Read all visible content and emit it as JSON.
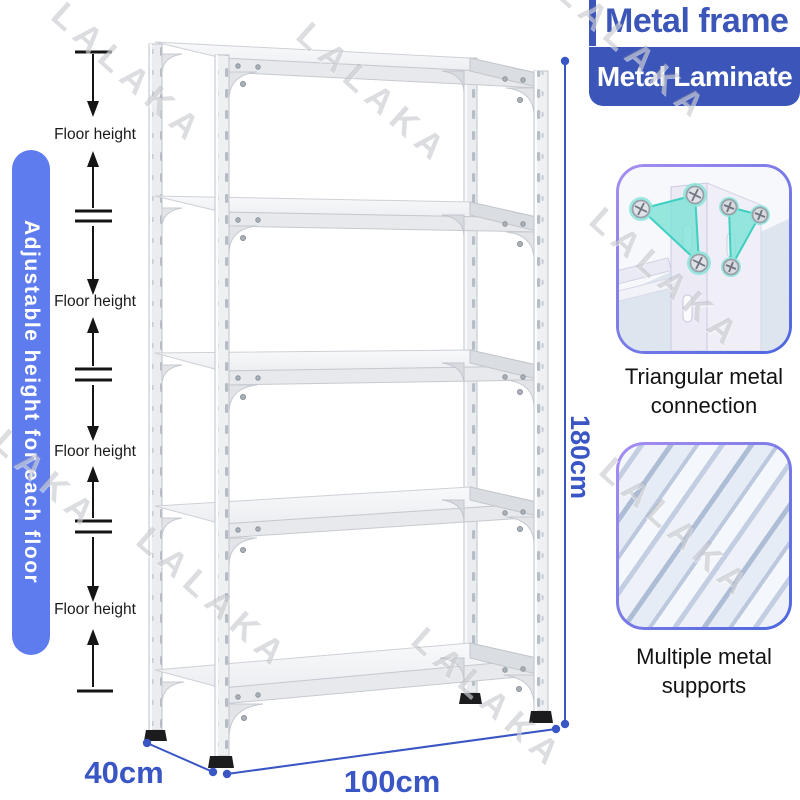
{
  "watermark": {
    "text": "LALAKA"
  },
  "header": {
    "title_primary": "Metal frame",
    "title_secondary": "Metal Laminate"
  },
  "side_banner": {
    "text": "Adjustable height for each floor"
  },
  "floor_annotation": {
    "labels": [
      "Floor height",
      "Floor height",
      "Floor height",
      "Floor height"
    ]
  },
  "dimensions": {
    "height": "180cm",
    "depth": "40cm",
    "width": "100cm"
  },
  "features": [
    {
      "caption": "Triangular metal connection"
    },
    {
      "caption": "Multiple metal supports"
    }
  ],
  "product": {
    "shelf_count": 5
  },
  "colors": {
    "accent_blue": "#3B55B8",
    "dimension_blue": "#3A55C4",
    "banner_blue": "#5F7CEE",
    "connector_teal": "#6FDCD0",
    "frame_white": "#ECEDEF"
  }
}
